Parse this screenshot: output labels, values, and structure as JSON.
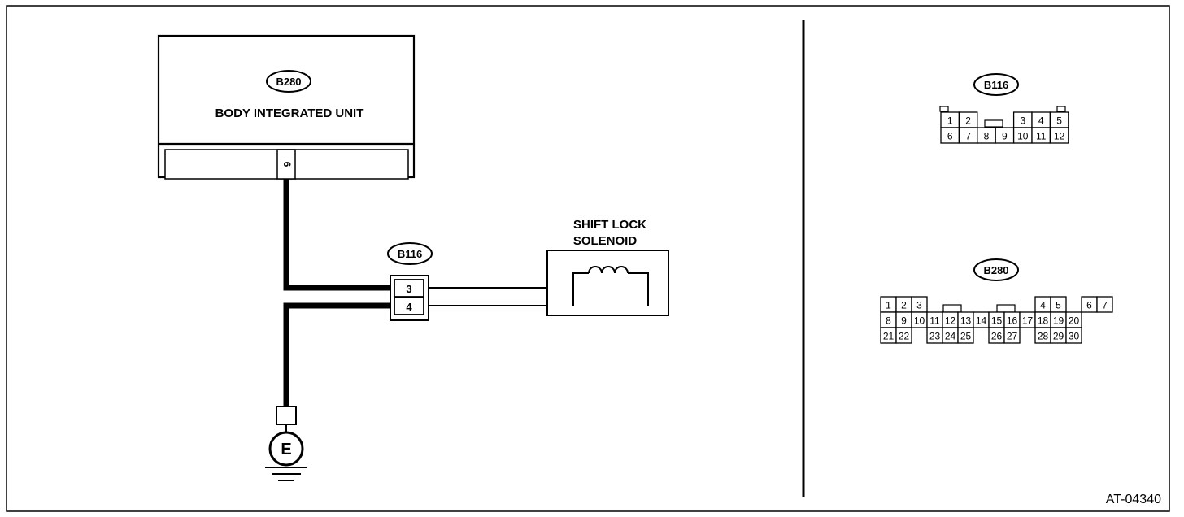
{
  "colors": {
    "ink": "#000000",
    "background": "#ffffff"
  },
  "wiring": {
    "body_unit": {
      "connector_id": "B280",
      "title": "BODY INTEGRATED UNIT",
      "pin": "6"
    },
    "joint_connector": {
      "connector_id": "B116",
      "pins": [
        "3",
        "4"
      ]
    },
    "solenoid": {
      "title_line1": "SHIFT LOCK",
      "title_line2": "SOLENOID"
    },
    "ground": {
      "label": "E"
    }
  },
  "connector_views": {
    "b116": {
      "id": "B116",
      "rows": [
        [
          "1",
          "2",
          "",
          "",
          "3",
          "4",
          "5"
        ],
        [
          "6",
          "7",
          "8",
          "9",
          "10",
          "11",
          "12"
        ]
      ]
    },
    "b280": {
      "id": "B280",
      "rows": [
        [
          "1",
          "2",
          "3",
          "",
          "",
          "",
          "",
          "",
          "",
          "",
          "4",
          "5",
          "",
          "6",
          "7"
        ],
        [
          "8",
          "9",
          "10",
          "11",
          "12",
          "13",
          "14",
          "15",
          "16",
          "17",
          "18",
          "19",
          "20",
          "",
          ""
        ],
        [
          "21",
          "22",
          "",
          "23",
          "24",
          "25",
          "",
          "26",
          "27",
          "",
          "28",
          "29",
          "30",
          "",
          ""
        ]
      ]
    }
  },
  "figure_code": "AT-04340"
}
